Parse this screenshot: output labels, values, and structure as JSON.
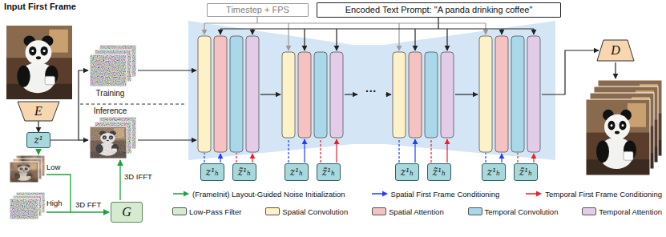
{
  "diagram": {
    "nodes": [
      {
        "text": [
          "E"
        ]
      },
      {
        "text": [
          "z¹"
        ]
      },
      {
        "text": [
          "G"
        ]
      },
      {
        "text": [
          "Timestep + FPS"
        ]
      },
      {
        "text": [
          "Encoded Text Prompt: \"A panda drinking coffee\""
        ]
      },
      {
        "text": [
          "z¹ₕ"
        ]
      },
      {
        "text": [
          "z̃¹ₕ"
        ]
      },
      {
        "text": [
          "z¹ₕ"
        ]
      },
      {
        "text": [
          "z̃¹ₕ"
        ]
      },
      {
        "text": [
          "z¹ₕ"
        ]
      },
      {
        "text": [
          "z̃¹ₕ"
        ]
      },
      {
        "text": [
          "z¹ₕ"
        ]
      },
      {
        "text": [
          "z̃¹ₕ"
        ]
      },
      {
        "text": [
          "D"
        ]
      }
    ],
    "edges": [
      {
        "from": 0,
        "to": 1,
        "arrow": "to"
      }
    ],
    "labels": [
      "Input First Frame",
      "Training",
      "Inference",
      "Low",
      "High",
      "3D FFT",
      "3D IFFT",
      "···"
    ],
    "legend": [
      {
        "text": "(FrameInit) Layout-Guided Noise Initialization"
      },
      {
        "text": "Spatial First Frame Conditioning"
      },
      {
        "text": "Temporal First Frame Conditioning"
      },
      {
        "text": "Low-Pass Filter",
        "color": "#d5ead0"
      },
      {
        "text": "Spatial Convolution",
        "color": "#fdf1c7"
      },
      {
        "text": "Spatial Attention",
        "color": "#f6c1c1"
      },
      {
        "text": "Temporal Convolution",
        "color": "#a8d8ea"
      },
      {
        "text": "Temporal Attention",
        "color": "#e2cce8"
      }
    ]
  }
}
